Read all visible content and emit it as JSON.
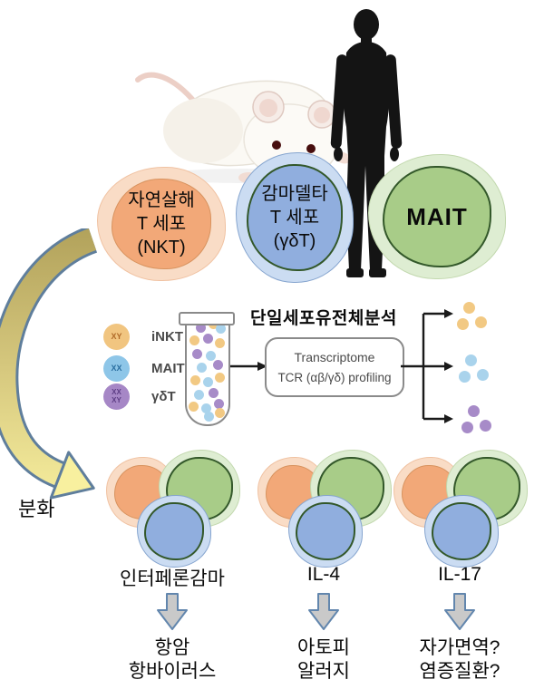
{
  "cells": {
    "nkt": {
      "lines": [
        "자연살해",
        "T 세포",
        "(NKT)"
      ]
    },
    "gdt": {
      "lines": [
        "감마델타",
        "T 세포",
        "(γδT)"
      ]
    },
    "mait": {
      "label": "MAIT"
    }
  },
  "legend": {
    "items": [
      {
        "sex_lines": [
          "XY"
        ],
        "label": "iNKT",
        "color": "#f1c580",
        "text_color": "#b06a28"
      },
      {
        "sex_lines": [
          "XX"
        ],
        "label": "MAIT",
        "color": "#8ec6e8",
        "text_color": "#2a6ea0"
      },
      {
        "sex_lines": [
          "XX",
          "XY"
        ],
        "label": "γδT",
        "color": "#a687c6",
        "text_color": "#5d3d85"
      }
    ]
  },
  "analysis": {
    "title": "단일세포유전체분석",
    "box_lines": [
      "Transcriptome",
      "TCR (αβ/γδ) profiling"
    ]
  },
  "differentiation_label": "분화",
  "outcomes": {
    "items": [
      {
        "cytokine": "인터페론감마",
        "effect_lines": [
          "항암",
          "항바이러스"
        ]
      },
      {
        "cytokine": "IL-4",
        "effect_lines": [
          "아토피",
          "알러지"
        ]
      },
      {
        "cytokine": "IL-17",
        "effect_lines": [
          "자가면역?",
          "염증질환?"
        ]
      }
    ]
  },
  "palette": {
    "cell_orange": "#f2a878",
    "cell_orange_halo": "#f9dcc6",
    "cell_blue": "#90aede",
    "cell_blue_halo": "#cbdcf2",
    "cell_green": "#a8cc88",
    "cell_green_halo": "#deedd2",
    "outline_green": "#33582a",
    "dot_orange": "#f2c983",
    "dot_blue": "#a9d3ec",
    "dot_purple": "#a78bc8",
    "arrow_band_dark": "#b2a25b",
    "arrow_band_light": "#f8f09f",
    "arrow_outline": "#5f7e9c",
    "block_arrow_fill": "#c9c9c9",
    "block_arrow_outline": "#6286ad"
  }
}
